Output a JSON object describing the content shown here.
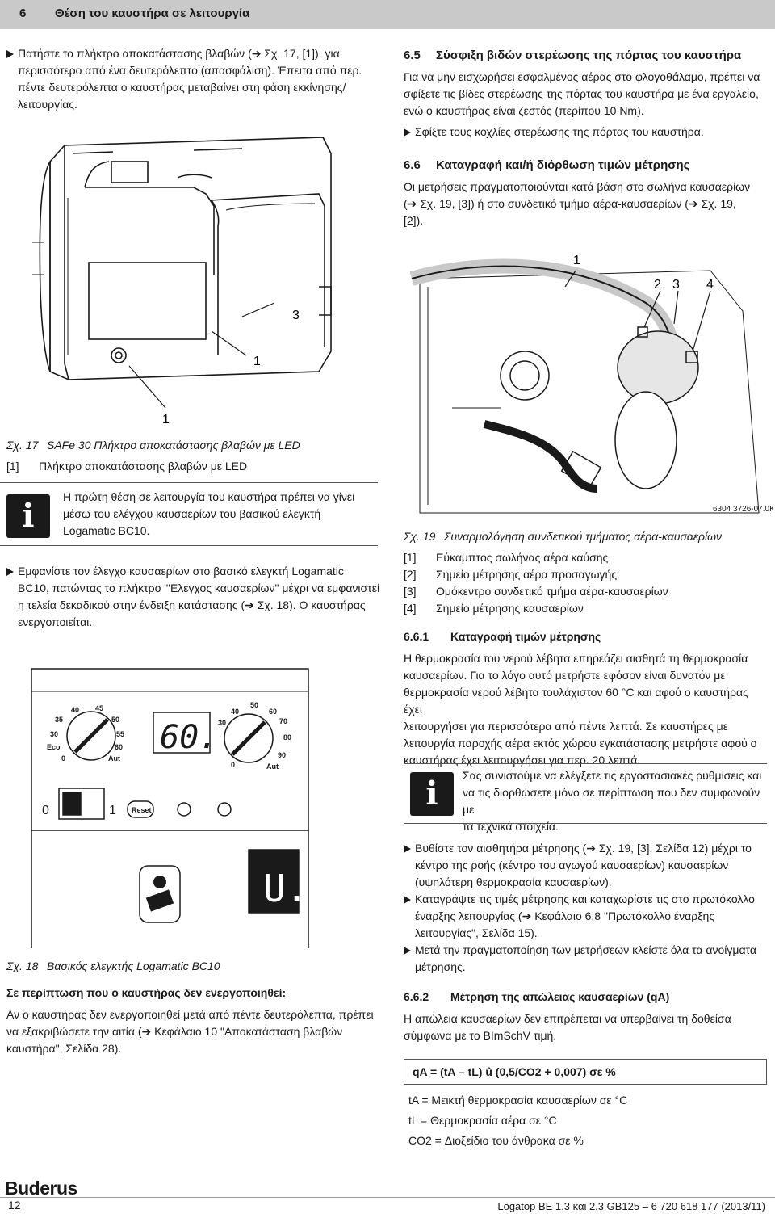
{
  "header": {
    "number": "6",
    "title": "Θέση του καυστήρα σε λειτουργία"
  },
  "left": {
    "intro_lines": [
      "Πατήστε το πλήκτρο αποκατάστασης βλαβών (➔ Σχ. 17, [1]). για",
      "περισσότερο από ένα δευτερόλεπτο (απασφάλιση). Έπειτα από περ.",
      "πέντε δευτερόλεπτα ο καυστήρας μεταβαίνει στη φάση εκκίνησης/",
      "λειτουργίας."
    ],
    "fig17": {
      "callouts": [
        "3",
        "1",
        "1"
      ],
      "caption_num": "Σχ. 17",
      "caption": "SAFe 30 Πλήκτρο αποκατάστασης βλαβών με LED",
      "legend": [
        {
          "key": "[1]",
          "text": "Πλήκτρο αποκατάστασης βλαβών με LED"
        }
      ]
    },
    "info_icon": "info-icon",
    "info_lines": [
      "Η πρώτη θέση σε λειτουργία του καυστήρα πρέπει να γίνει",
      "μέσω του ελέγχου καυσαερίων του βασικού ελεγκτή",
      "Logamatic BC10."
    ],
    "step_lines": [
      "Εμφανίστε τον έλεγχο καυσαερίων στο βασικό ελεγκτή Logamatic",
      "BC10, πατώντας το πλήκτρο \"'Ελεγχος καυσαερίων\" μέχρι να εμφανιστεί",
      "η τελεία δεκαδικού στην ένδειξη κατάστασης (➔ Σχ. 18). Ο καυστήρας",
      "ενεργοποιείται."
    ],
    "fig18": {
      "dial1": {
        "labels": [
          "40",
          "45",
          "35",
          "50",
          "30",
          "55",
          "Eco",
          "60",
          "0",
          "Aut"
        ]
      },
      "dial2": {
        "labels": [
          "50",
          "40",
          "60",
          "30",
          "70",
          "80",
          "90",
          "0",
          "Aut"
        ]
      },
      "display": "60.",
      "switch_labels": [
        "0",
        "1"
      ],
      "reset_label": "Reset",
      "caption_num": "Σχ. 18",
      "caption": "Βασικός ελεγκτής Logamatic BC10"
    },
    "sub_heading": "Σε περίπτωση που ο καυστήρας δεν ενεργοποιηθεί:",
    "sub_lines": [
      "Αν ο καυστήρας δεν ενεργοποιηθεί μετά από πέντε δευτερόλεπτα, πρέπει",
      "να εξακριβώσετε την αιτία (➔ Κεφάλαιο 10 \"Αποκατάσταση βλαβών",
      "καυστήρα\", Σελίδα 28)."
    ]
  },
  "right": {
    "s65": {
      "num": "6.5",
      "title": "Σύσφιξη βιδών στερέωσης της πόρτας του καυστήρα",
      "lines": [
        "Για να μην εισχωρήσει εσφαλμένος αέρας στο φλογοθάλαμο, πρέπει να",
        "σφίξετε τις βίδες στερέωσης της πόρτας του καυστήρα με ένα εργαλείο,",
        "ενώ ο καυστήρας είναι ζεστός (περίπου 10 Nm)."
      ],
      "bullet": "Σφίξτε τους κοχλίες στερέωσης της πόρτας του καυστήρα."
    },
    "s66": {
      "num": "6.6",
      "title": "Καταγραφή και/ή διόρθωση τιμών μέτρησης",
      "lines": [
        "Οι μετρήσεις πραγματοποιούνται κατά βάση στο σωλήνα καυσαερίων",
        "(➔ Σχ. 19, [3]) ή στο συνδετικό τμήμα αέρα-καυσαερίων (➔ Σχ. 19,",
        "[2])."
      ]
    },
    "fig19": {
      "callouts": [
        "1",
        "2",
        "3",
        "4"
      ],
      "code": "6304 3726-07.0K",
      "caption_num": "Σχ. 19",
      "caption": "Συναρμολόγηση συνδετικού τμήματος αέρα-καυσαερίων",
      "legend": [
        {
          "key": "[1]",
          "text": "Εύκαμπτος σωλήνας αέρα καύσης"
        },
        {
          "key": "[2]",
          "text": "Σημείο μέτρησης αέρα προσαγωγής"
        },
        {
          "key": "[3]",
          "text": "Ομόκεντρο συνδετικό τμήμα αέρα-καυσαερίων"
        },
        {
          "key": "[4]",
          "text": "Σημείο μέτρησης καυσαερίων"
        }
      ]
    },
    "s661": {
      "num": "6.6.1",
      "title": "Καταγραφή τιμών μέτρησης",
      "lines": [
        "Η θερμοκρασία του νερού λέβητα επηρεάζει αισθητά τη θερμοκρασία",
        "καυσαερίων. Για το λόγο αυτό μετρήστε εφόσον είναι δυνατόν με",
        "θερμοκρασία νερού λέβητα τουλάχιστον 60 °C και αφού ο καυστήρας έχει",
        "λειτουργήσει για περισσότερα από πέντε λεπτά. Σε καυστήρες με",
        "λειτουργία παροχής αέρα εκτός χώρου εγκατάστασης μετρήστε αφού ο",
        "καυστήρας έχει λειτουργήσει για περ. 20 λεπτά."
      ]
    },
    "info_lines": [
      "Σας συνιστούμε να ελέγξετε τις εργοστασιακές ρυθμίσεις και",
      "να τις διορθώσετε μόνο σε περίπτωση που δεν συμφωνούν με",
      "τα τεχνικά στοιχεία."
    ],
    "bullets": [
      [
        "Βυθίστε τον αισθητήρα μέτρησης (➔ Σχ. 19, [3], Σελίδα 12) μέχρι το",
        "κέντρο της ροής (κέντρο του αγωγού καυσαερίων) καυσαερίων",
        "(υψηλότερη θερμοκρασία καυσαερίων)."
      ],
      [
        "Καταγράψτε τις τιμές μέτρησης και καταχωρίστε τις στο πρωτόκολλο",
        "έναρξης λειτουργίας (➔ Κεφάλαιο 6.8 \"Πρωτόκολλο έναρξης",
        "λειτουργίας\", Σελίδα 15)."
      ],
      [
        "Μετά την πραγματοποίηση των μετρήσεων κλείστε όλα τα ανοίγματα",
        "μέτρησης."
      ]
    ],
    "s662": {
      "num": "6.6.2",
      "title": "Μέτρηση της απώλειας καυσαερίων (qA)",
      "lines": [
        "Η απώλεια καυσαερίων δεν επιτρέπεται να υπερβαίνει τη δοθείσα",
        "σύμφωνα με το BImSchV τιμή."
      ]
    },
    "formula": "qA = (tA – tL) û (0,5/CO2 + 0,007) σε %",
    "defs": [
      "tA = Μεικτή θερμοκρασία καυσαερίων σε °C",
      "tL = Θερμοκρασία αέρα σε °C",
      "CO2 = Διοξείδιο του άνθρακα σε %"
    ]
  },
  "footer": {
    "brand": "Buderus",
    "page": "12",
    "doc": "Logatop BE 1.3 και 2.3 GB125 – 6 720 618 177 (2013/11)"
  }
}
